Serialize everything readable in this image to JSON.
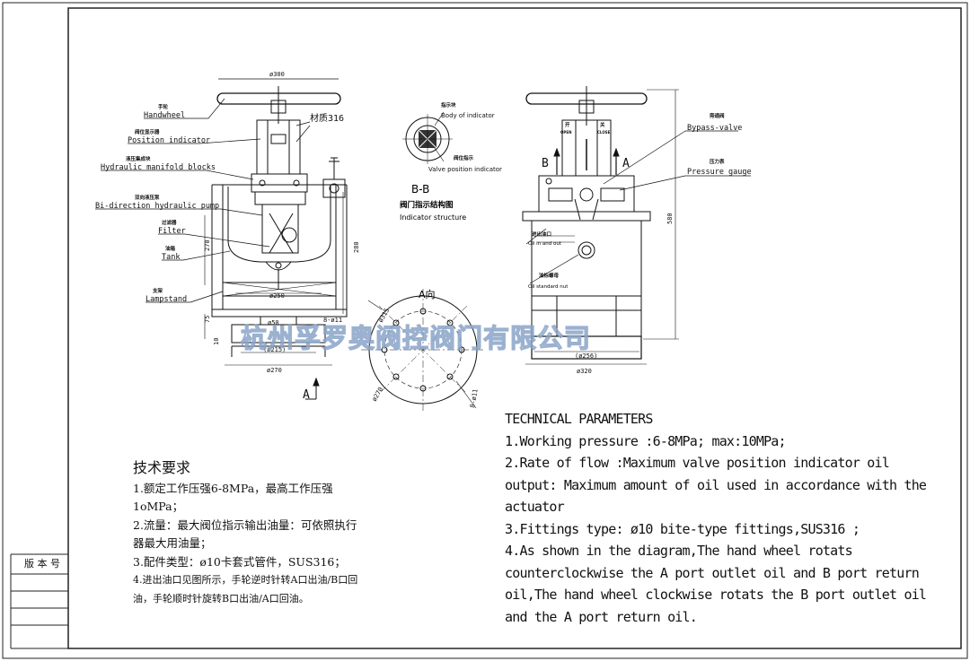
{
  "watermark": "杭州孚罗奥阀控阀门有限公司",
  "revision_label": "版 本 号",
  "left_view": {
    "dim_top": "ø300",
    "dim_250": "ø250",
    "dim_50": "ø50",
    "dim_215": "(ø215)",
    "dim_270_w": "ø270",
    "dim_270_v": "270",
    "dim_280_v": "280",
    "dim_75": "75",
    "dim_10": "10",
    "holes": "8-ø11",
    "material_note": "材质316",
    "section_a": "A",
    "labels": [
      {
        "cn": "手轮",
        "en": "Handwheel"
      },
      {
        "cn": "阀位显示器",
        "en": "Position indicator"
      },
      {
        "cn": "液压集成块",
        "en": "Hydraulic manifold blocks"
      },
      {
        "cn": "双向液压泵",
        "en": "Bi-direction hydraulic pump"
      },
      {
        "cn": "过滤器",
        "en": "Filter"
      },
      {
        "cn": "油箱",
        "en": "Tank"
      },
      {
        "cn": "支架",
        "en": "Lampstand"
      }
    ]
  },
  "indicator_view": {
    "top_label_cn": "指示块",
    "top_label_en": "Body of indicator",
    "bottom_label_cn": "阀位指示",
    "bottom_label_en": "Valve position indicator",
    "section": "B-B",
    "title_cn": "阀门指示结构图",
    "title_en": "Indicator structure"
  },
  "a_view": {
    "title": "A向",
    "d_outer": "ø315",
    "d_inner": "ø270",
    "holes": "8-ø11"
  },
  "right_view": {
    "dim_320": "ø320",
    "dim_256": "(ø256)",
    "dim_580": "580",
    "label_b": "B",
    "label_a": "A",
    "labels": [
      {
        "cn": "旁通阀",
        "en": "Bypass-valve"
      },
      {
        "cn": "压力表",
        "en": "Pressure gauge"
      },
      {
        "cn": "进出油口",
        "en": "Oil in and out"
      },
      {
        "cn": "油标螺母",
        "en": "Oil standard nut"
      }
    ],
    "open_close": [
      "开",
      "OPEN",
      "关",
      "CLOSE"
    ]
  },
  "cn_tech": {
    "title": "技术要求",
    "lines": [
      "1.额定工作压强6-8MPa，最高工作压强",
      "1oMPa；",
      "2.流量：最大阀位指示输出油量：可依照执行",
      "器最大用油量；",
      "3.配件类型：ø10卡套式管件，SUS316；",
      "4.进出油口见图所示，手轮逆时针转A口出油/B口回",
      "油，手轮顺时针旋转B口出油/A口回油。"
    ]
  },
  "en_tech": {
    "title": "TECHNICAL PARAMETERS",
    "lines": [
      "1.Working pressure :6-8MPa; max:10MPa;",
      "2.Rate of flow :Maximum valve position indicator oil",
      "output: Maximum amount of oil used in accordance with the",
      "actuator",
      "3.Fittings type: ø10 bite-type fittings,SUS316 ;",
      "4.As shown in the diagram,The hand wheel rotats",
      "counterclockwise the A port outlet oil and B port return",
      "oil,The hand wheel clockwise rotats the B port outlet oil",
      "and the A port return oil."
    ]
  }
}
